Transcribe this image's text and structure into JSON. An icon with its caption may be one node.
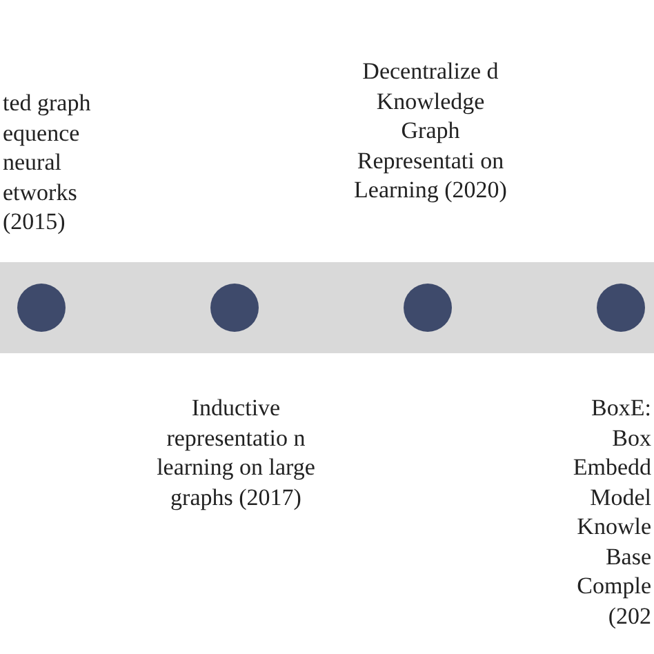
{
  "diagram": {
    "nodes": [
      {
        "text": [],
        "shape": "circle",
        "beside": [
          "ted graph equence neural etworks (2015)"
        ]
      },
      {
        "text": [],
        "shape": "circle",
        "beside": [
          "Inductive representatio n learning on large graphs (2017)"
        ]
      },
      {
        "text": [],
        "shape": "circle",
        "beside": [
          "Decentralize d Knowledge Graph Representati on Learning (2020)"
        ]
      },
      {
        "text": [],
        "shape": "circle",
        "beside": [
          "BoxE: Box Embedd Model Knowle Base Comple (202"
        ]
      }
    ]
  }
}
